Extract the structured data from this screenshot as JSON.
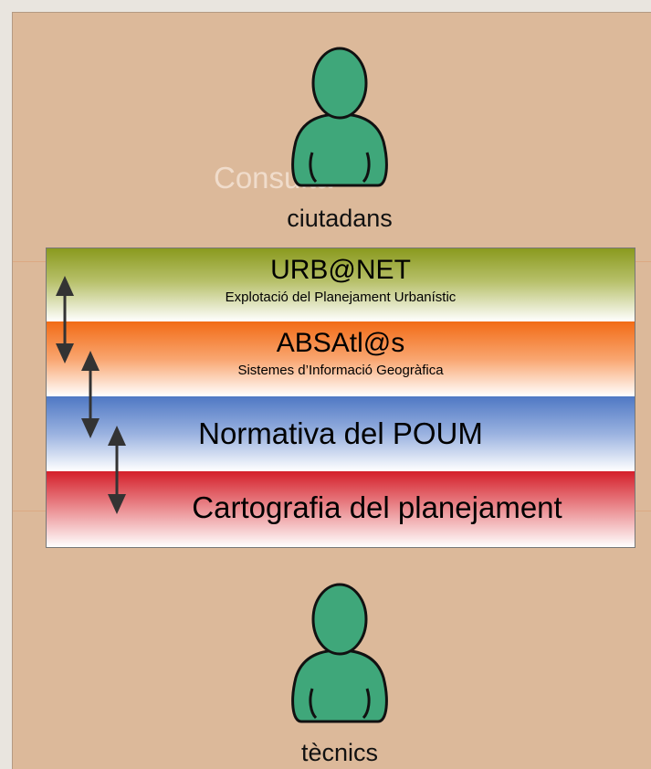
{
  "background_text": "Consulta",
  "actors": {
    "top": {
      "label": "ciutadans",
      "icon": "person-icon"
    },
    "bottom": {
      "label": "tècnics",
      "icon": "person-icon"
    }
  },
  "layers": [
    {
      "title": "URB@NET",
      "subtitle": "Explotació del Planejament Urbanístic",
      "color": "#8a9a1e"
    },
    {
      "title": "ABSAtl@s",
      "subtitle": "Sistemes d’Informació Geogràfica",
      "color": "#f26b16"
    },
    {
      "title": "Normativa del POUM",
      "color": "#4f78c4"
    },
    {
      "title": "Cartografia del planejament",
      "color": "#d41f2a"
    }
  ],
  "colors": {
    "person_fill": "#3fa77a",
    "person_stroke": "#111111",
    "arrow": "#333333"
  }
}
